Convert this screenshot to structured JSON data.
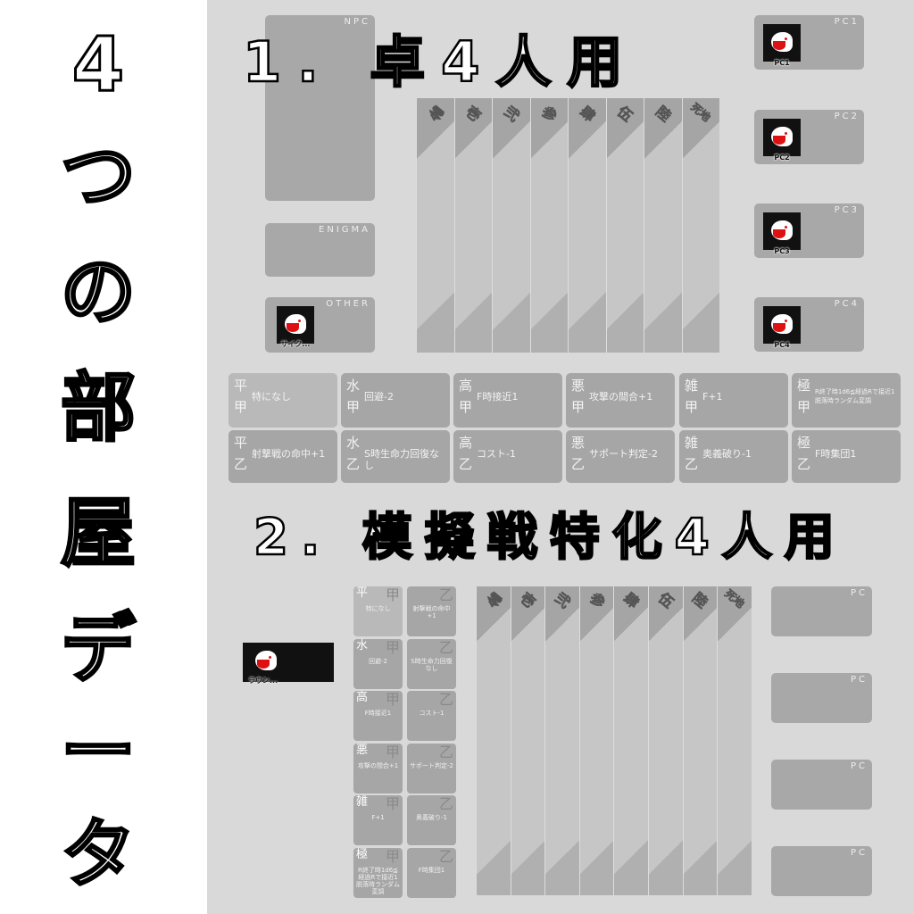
{
  "side_title": [
    "4",
    "つ",
    "の",
    "部",
    "屋",
    "デ",
    "ー",
    "タ"
  ],
  "room1": {
    "title": "1. 卓4人用",
    "npc": "NPC",
    "enigma": "ENIGMA",
    "other": "OTHER",
    "other_piece": "サイク...",
    "columns": [
      "零",
      "壱",
      "弐",
      "参",
      "肆",
      "伍",
      "陸",
      "死地"
    ],
    "pcs": [
      {
        "label": "PC1",
        "piece": "PC1"
      },
      {
        "label": "PC2",
        "piece": "PC2"
      },
      {
        "label": "PC3",
        "piece": "PC3"
      },
      {
        "label": "PC4",
        "piece": "PC4"
      }
    ]
  },
  "plots": [
    {
      "name": "平",
      "kou": "特になし",
      "otsu": "射撃戦の命中+1"
    },
    {
      "name": "水",
      "kou": "回避-2",
      "otsu": "S時生命力回復なし"
    },
    {
      "name": "高",
      "kou": "F時接近1",
      "otsu": "コスト-1"
    },
    {
      "name": "悪",
      "kou": "攻撃の間合+1",
      "otsu": "サポート判定-2"
    },
    {
      "name": "雑",
      "kou": "F+1",
      "otsu": "奥義破り-1"
    },
    {
      "name": "極",
      "kou": "R終了時1d6≦経過Rで接近1 脱落時ランダム変調",
      "otsu": "F時集団1"
    }
  ],
  "kou_label": "甲",
  "otsu_label": "乙",
  "room2": {
    "title": "2. 模擬戦特化4人用",
    "piece": "ラウン...",
    "columns": [
      "零",
      "壱",
      "弐",
      "参",
      "肆",
      "伍",
      "陸",
      "死地"
    ],
    "pcs": [
      "PC",
      "PC",
      "PC",
      "PC"
    ]
  }
}
